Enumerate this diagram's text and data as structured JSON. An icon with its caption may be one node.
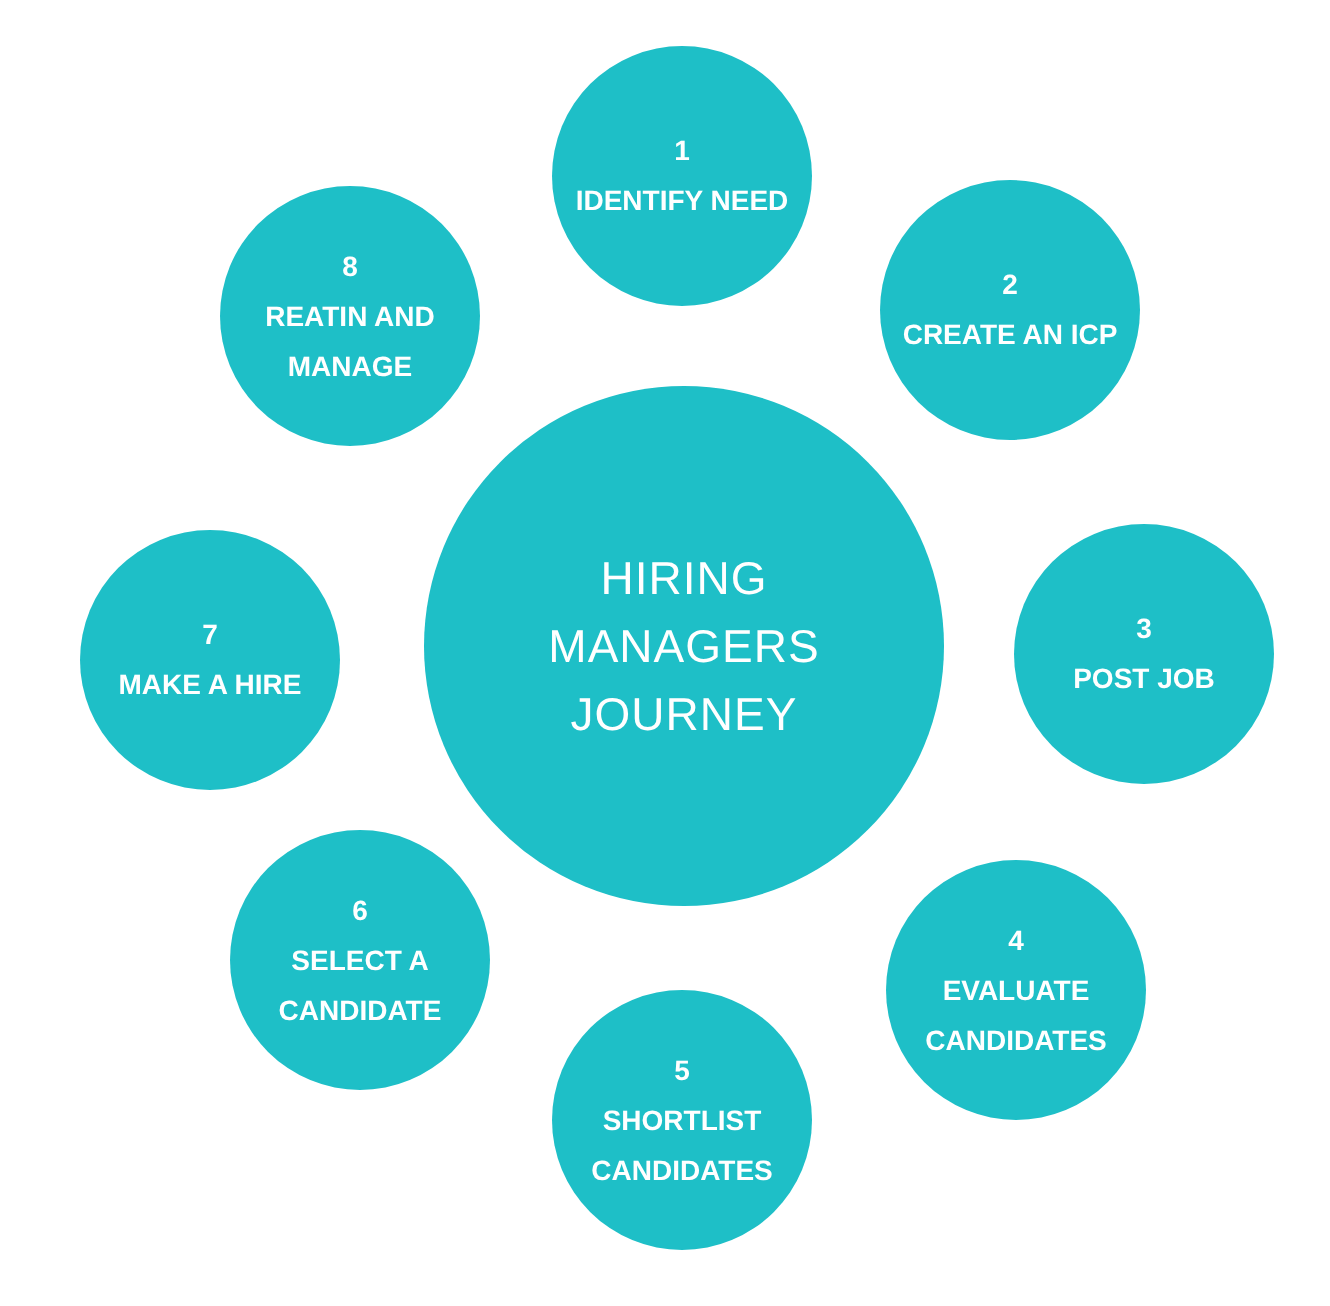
{
  "diagram": {
    "nodes": [
      {
        "text": [
          "HIRING MANAGERS JOURNEY"
        ]
      },
      {
        "text": [
          "1",
          "IDENTIFY NEED"
        ]
      },
      {
        "text": [
          "2",
          "CREATE AN ICP"
        ]
      },
      {
        "text": [
          "3",
          "POST JOB"
        ]
      },
      {
        "text": [
          "4",
          "EVALUATE CANDIDATES"
        ]
      },
      {
        "text": [
          "5",
          "SHORTLIST CANDIDATES"
        ]
      },
      {
        "text": [
          "6",
          "SELECT A CANDIDATE"
        ]
      },
      {
        "text": [
          "7",
          "MAKE A HIRE"
        ]
      },
      {
        "text": [
          "8",
          "REATIN AND MANAGE"
        ]
      }
    ]
  }
}
